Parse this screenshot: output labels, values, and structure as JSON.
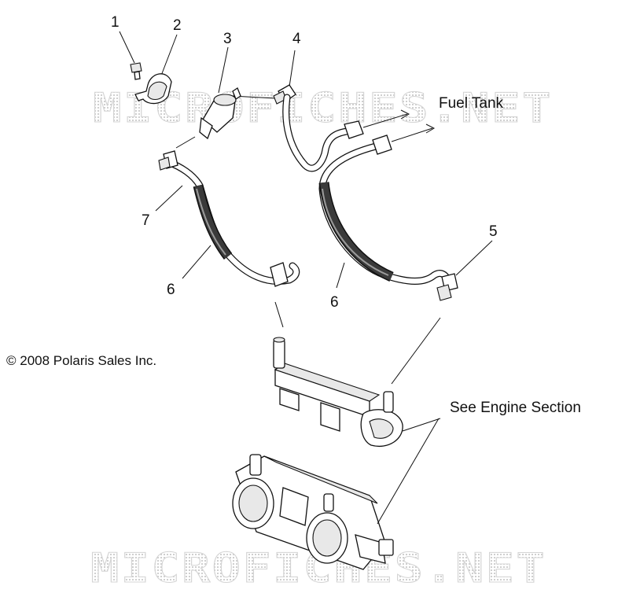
{
  "callouts": {
    "c1": "1",
    "c2": "2",
    "c3": "3",
    "c4": "4",
    "c5": "5",
    "c6a": "6",
    "c6b": "6",
    "c7": "7"
  },
  "notes": {
    "fuel_tank": "Fuel Tank",
    "engine_section": "See Engine Section"
  },
  "copyright": "© 2008 Polaris Sales Inc.",
  "watermarks": {
    "top": "MICROFICHES.NET",
    "bottom": "MICROFICHES.NET"
  },
  "colors": {
    "line": "#111111",
    "watermark": "#d4d4d4",
    "background": "#ffffff"
  }
}
